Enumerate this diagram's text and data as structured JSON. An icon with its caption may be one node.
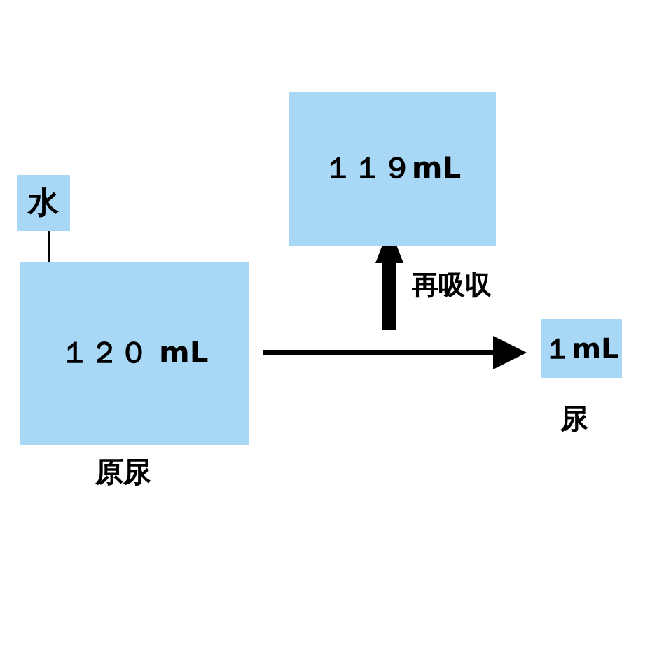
{
  "diagram": {
    "nodes": [
      {
        "text": [
          "水"
        ]
      },
      {
        "text": [
          "１２０ mL"
        ],
        "beside": [
          "原尿"
        ]
      },
      {
        "text": [
          "１１９mL"
        ]
      },
      {
        "text": [
          "１mL"
        ],
        "beside": [
          "尿"
        ]
      }
    ],
    "edges": [
      {
        "from": 0,
        "to": 1,
        "arrow": "none"
      },
      {
        "from": 1,
        "to": 3,
        "arrow": "to"
      },
      {
        "from": null,
        "to": 2,
        "arrow": "to",
        "label": "再吸収",
        "style": "thick"
      }
    ]
  }
}
